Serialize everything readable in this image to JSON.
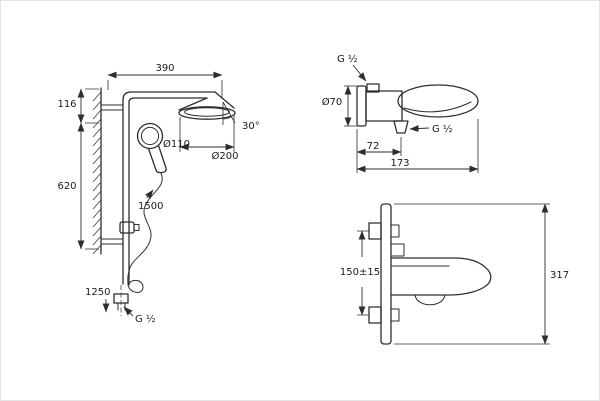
{
  "drawing": {
    "background": "#ffffff",
    "line_color": "#2e2e2e",
    "shower_system": {
      "width_top": "390",
      "height_upper": "116",
      "height_rail": "620",
      "hose_length": "1500",
      "mounting_height": "1250",
      "hand_shower_diameter": "Ø110",
      "head_shower_diameter": "Ø200",
      "head_swivel_angle": "30°",
      "thread_size": "G ½"
    },
    "mixer_side": {
      "top_thread": "G ½",
      "escutcheon_diameter": "Ø70",
      "outlet_thread": "G ½",
      "depth_to_outlet": "72",
      "total_depth": "173"
    },
    "mixer_front": {
      "connection_spacing": "150±15",
      "total_height": "317"
    }
  }
}
